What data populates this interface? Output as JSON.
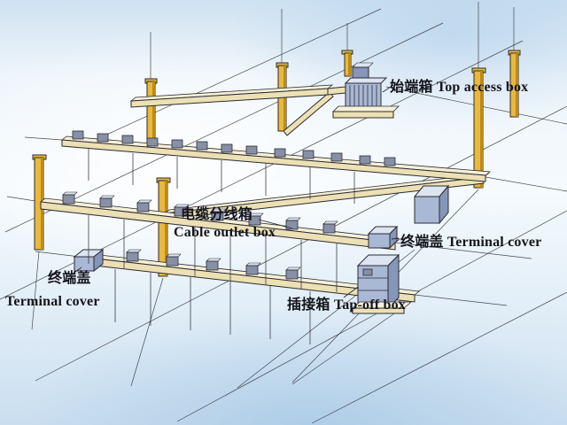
{
  "figure": {
    "description": "Isometric line diagram of an overhead busway / cable bus duct system with support columns, hanger rods and plug-in units",
    "labels": {
      "top_access_box": {
        "zh": "始端箱",
        "en": "Top access box"
      },
      "cable_outlet_box": {
        "zh": "电缆分线箱",
        "en": "Cable outlet box"
      },
      "terminal_cover_right": {
        "zh": "终端盖",
        "en": "Terminal cover"
      },
      "terminal_cover_left": {
        "zh": "终端盖",
        "en": "Terminal cover"
      },
      "tap_off_box": {
        "zh": "插接箱",
        "en": "Tap-off box"
      }
    }
  },
  "colors": {
    "line": "#2b2b33",
    "column": "#e9b93d",
    "column_shade": "#bf8a12",
    "rail": "#ece0b4",
    "rail_light": "#f7f0d8",
    "small_box": "#8790a6",
    "box_front": "#a9b8d4",
    "box_top": "#dde5f3",
    "box_side": "#8696b8"
  }
}
